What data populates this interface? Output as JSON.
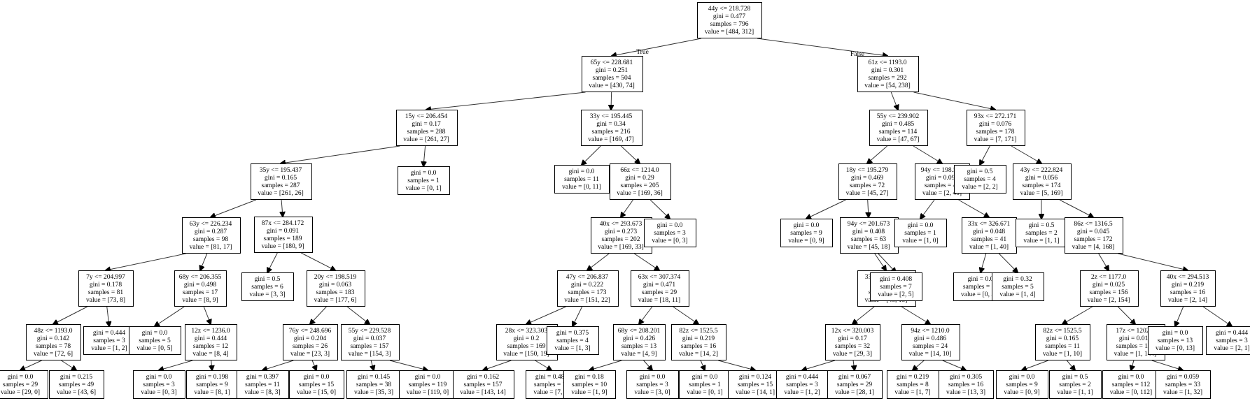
{
  "edge_labels": {
    "true_label": "True",
    "false_label": "False"
  },
  "nodes": [
    {
      "id": "n0",
      "lines": [
        "44y <= 218.728",
        "gini = 0.477",
        "samples = 796",
        "value = [484, 312]"
      ]
    },
    {
      "id": "n1",
      "lines": [
        "65y <= 228.681",
        "gini = 0.251",
        "samples = 504",
        "value = [430, 74]"
      ]
    },
    {
      "id": "n2",
      "lines": [
        "61z <= 1193.0",
        "gini = 0.301",
        "samples = 292",
        "value = [54, 238]"
      ]
    },
    {
      "id": "n3",
      "lines": [
        "15y <= 206.454",
        "gini = 0.17",
        "samples = 288",
        "value = [261, 27]"
      ]
    },
    {
      "id": "n4",
      "lines": [
        "33y <= 195.445",
        "gini = 0.34",
        "samples = 216",
        "value = [169, 47]"
      ]
    },
    {
      "id": "n5",
      "lines": [
        "55y <= 239.902",
        "gini = 0.485",
        "samples = 114",
        "value = [47, 67]"
      ]
    },
    {
      "id": "n6",
      "lines": [
        "93x <= 272.171",
        "gini = 0.076",
        "samples = 178",
        "value = [7, 171]"
      ]
    },
    {
      "id": "n7",
      "lines": [
        "35y <= 195.437",
        "gini = 0.165",
        "samples = 287",
        "value = [261, 26]"
      ]
    },
    {
      "id": "n8",
      "lines": [
        "gini = 0.0",
        "samples = 1",
        "value = [0, 1]"
      ]
    },
    {
      "id": "n9",
      "lines": [
        "gini = 0.0",
        "samples = 11",
        "value = [0, 11]"
      ]
    },
    {
      "id": "n10",
      "lines": [
        "66z <= 1214.0",
        "gini = 0.29",
        "samples = 205",
        "value = [169, 36]"
      ]
    },
    {
      "id": "n11",
      "lines": [
        "18y <= 195.279",
        "gini = 0.469",
        "samples = 72",
        "value = [45, 27]"
      ]
    },
    {
      "id": "n12",
      "lines": [
        "94y <= 198.558",
        "gini = 0.091",
        "samples = 42",
        "value = [2, 40]"
      ]
    },
    {
      "id": "n13",
      "lines": [
        "gini = 0.5",
        "samples = 4",
        "value = [2, 2]"
      ]
    },
    {
      "id": "n14",
      "lines": [
        "43y <= 222.824",
        "gini = 0.056",
        "samples = 174",
        "value = [5, 169]"
      ]
    },
    {
      "id": "n15",
      "lines": [
        "63y <= 226.234",
        "gini = 0.287",
        "samples = 98",
        "value = [81, 17]"
      ]
    },
    {
      "id": "n16",
      "lines": [
        "87x <= 284.172",
        "gini = 0.091",
        "samples = 189",
        "value = [180, 9]"
      ]
    },
    {
      "id": "n17",
      "lines": [
        "40x <= 293.673",
        "gini = 0.273",
        "samples = 202",
        "value = [169, 33]"
      ]
    },
    {
      "id": "n18",
      "lines": [
        "gini = 0.0",
        "samples = 3",
        "value = [0, 3]"
      ]
    },
    {
      "id": "n19",
      "lines": [
        "gini = 0.0",
        "samples = 9",
        "value = [0, 9]"
      ]
    },
    {
      "id": "n20",
      "lines": [
        "94y <= 201.673",
        "gini = 0.408",
        "samples = 63",
        "value = [45, 18]"
      ]
    },
    {
      "id": "n21",
      "lines": [
        "gini = 0.0",
        "samples = 1",
        "value = [1, 0]"
      ]
    },
    {
      "id": "n22",
      "lines": [
        "33x <= 326.671",
        "gini = 0.048",
        "samples = 41",
        "value = [1, 40]"
      ]
    },
    {
      "id": "n23",
      "lines": [
        "gini = 0.5",
        "samples = 2",
        "value = [1, 1]"
      ]
    },
    {
      "id": "n24",
      "lines": [
        "86z <= 1316.5",
        "gini = 0.045",
        "samples = 172",
        "value = [4, 168]"
      ]
    },
    {
      "id": "n25",
      "lines": [
        "7y <= 204.997",
        "gini = 0.178",
        "samples = 81",
        "value = [73, 8]"
      ]
    },
    {
      "id": "n26",
      "lines": [
        "68y <= 206.355",
        "gini = 0.498",
        "samples = 17",
        "value = [8, 9]"
      ]
    },
    {
      "id": "n27",
      "lines": [
        "gini = 0.5",
        "samples = 6",
        "value = [3, 3]"
      ]
    },
    {
      "id": "n28",
      "lines": [
        "20y <= 198.519",
        "gini = 0.063",
        "samples = 183",
        "value = [177, 6]"
      ]
    },
    {
      "id": "n29",
      "lines": [
        "47y <= 206.837",
        "gini = 0.222",
        "samples = 173",
        "value = [151, 22]"
      ]
    },
    {
      "id": "n30",
      "lines": [
        "63x <= 307.374",
        "gini = 0.471",
        "samples = 29",
        "value = [18, 11]"
      ]
    },
    {
      "id": "n31",
      "lines": [
        "33x <= 319.803",
        "gini = 0.357",
        "samples = 56",
        "value = [43, 13]"
      ]
    },
    {
      "id": "n32",
      "lines": [
        "gini = 0.408",
        "samples = 7",
        "value = [2, 5]"
      ]
    },
    {
      "id": "n33",
      "lines": [
        "gini = 0.0",
        "samples = 36",
        "value = [0, 36]"
      ]
    },
    {
      "id": "n34",
      "lines": [
        "gini = 0.32",
        "samples = 5",
        "value = [1, 4]"
      ]
    },
    {
      "id": "n35",
      "lines": [
        "2z <= 1177.0",
        "gini = 0.025",
        "samples = 156",
        "value = [2, 154]"
      ]
    },
    {
      "id": "n36",
      "lines": [
        "40x <= 294.513",
        "gini = 0.219",
        "samples = 16",
        "value = [2, 14]"
      ]
    },
    {
      "id": "n37",
      "lines": [
        "48z <= 1193.0",
        "gini = 0.142",
        "samples = 78",
        "value = [72, 6]"
      ]
    },
    {
      "id": "n38",
      "lines": [
        "gini = 0.444",
        "samples = 3",
        "value = [1, 2]"
      ]
    },
    {
      "id": "n39",
      "lines": [
        "gini = 0.0",
        "samples = 5",
        "value = [0, 5]"
      ]
    },
    {
      "id": "n40",
      "lines": [
        "12z <= 1236.0",
        "gini = 0.444",
        "samples = 12",
        "value = [8, 4]"
      ]
    },
    {
      "id": "n41",
      "lines": [
        "76y <= 248.696",
        "gini = 0.204",
        "samples = 26",
        "value = [23, 3]"
      ]
    },
    {
      "id": "n42",
      "lines": [
        "55y <= 229.528",
        "gini = 0.037",
        "samples = 157",
        "value = [154, 3]"
      ]
    },
    {
      "id": "n43",
      "lines": [
        "28x <= 323.303",
        "gini = 0.2",
        "samples = 169",
        "value = [150, 19]"
      ]
    },
    {
      "id": "n44",
      "lines": [
        "gini = 0.375",
        "samples = 4",
        "value = [1, 3]"
      ]
    },
    {
      "id": "n45",
      "lines": [
        "68y <= 208.201",
        "gini = 0.426",
        "samples = 13",
        "value = [4, 9]"
      ]
    },
    {
      "id": "n46",
      "lines": [
        "82z <= 1525.5",
        "gini = 0.219",
        "samples = 16",
        "value = [14, 2]"
      ]
    },
    {
      "id": "n47",
      "lines": [
        "12x <= 320.003",
        "gini = 0.17",
        "samples = 32",
        "value = [29, 3]"
      ]
    },
    {
      "id": "n48",
      "lines": [
        "94z <= 1210.0",
        "gini = 0.486",
        "samples = 24",
        "value = [14, 10]"
      ]
    },
    {
      "id": "n49",
      "lines": [
        "82z <= 1525.5",
        "gini = 0.165",
        "samples = 11",
        "value = [1, 10]"
      ]
    },
    {
      "id": "n50",
      "lines": [
        "17z <= 1202.0",
        "gini = 0.014",
        "samples = 145",
        "value = [1, 144]"
      ]
    },
    {
      "id": "n51",
      "lines": [
        "gini = 0.0",
        "samples = 13",
        "value = [0, 13]"
      ]
    },
    {
      "id": "n52",
      "lines": [
        "gini = 0.444",
        "samples = 3",
        "value = [2, 1]"
      ]
    },
    {
      "id": "n53",
      "lines": [
        "gini = 0.0",
        "samples = 29",
        "value = [29, 0]"
      ]
    },
    {
      "id": "n54",
      "lines": [
        "gini = 0.215",
        "samples = 49",
        "value = [43, 6]"
      ]
    },
    {
      "id": "n55",
      "lines": [
        "gini = 0.0",
        "samples = 3",
        "value = [0, 3]"
      ]
    },
    {
      "id": "n56",
      "lines": [
        "gini = 0.198",
        "samples = 9",
        "value = [8, 1]"
      ]
    },
    {
      "id": "n57",
      "lines": [
        "gini = 0.397",
        "samples = 11",
        "value = [8, 3]"
      ]
    },
    {
      "id": "n58",
      "lines": [
        "gini = 0.0",
        "samples = 15",
        "value = [15, 0]"
      ]
    },
    {
      "id": "n59",
      "lines": [
        "gini = 0.145",
        "samples = 38",
        "value = [35, 3]"
      ]
    },
    {
      "id": "n60",
      "lines": [
        "gini = 0.0",
        "samples = 119",
        "value = [119, 0]"
      ]
    },
    {
      "id": "n61",
      "lines": [
        "gini = 0.162",
        "samples = 157",
        "value = [143, 14]"
      ]
    },
    {
      "id": "n62",
      "lines": [
        "gini = 0.486",
        "samples = 12",
        "value = [7, 5]"
      ]
    },
    {
      "id": "n63",
      "lines": [
        "gini = 0.18",
        "samples = 10",
        "value = [1, 9]"
      ]
    },
    {
      "id": "n64",
      "lines": [
        "gini = 0.0",
        "samples = 3",
        "value = [3, 0]"
      ]
    },
    {
      "id": "n65",
      "lines": [
        "gini = 0.0",
        "samples = 1",
        "value = [0, 1]"
      ]
    },
    {
      "id": "n66",
      "lines": [
        "gini = 0.124",
        "samples = 15",
        "value = [14, 1]"
      ]
    },
    {
      "id": "n67",
      "lines": [
        "gini = 0.444",
        "samples = 3",
        "value = [1, 2]"
      ]
    },
    {
      "id": "n68",
      "lines": [
        "gini = 0.067",
        "samples = 29",
        "value = [28, 1]"
      ]
    },
    {
      "id": "n69",
      "lines": [
        "gini = 0.219",
        "samples = 8",
        "value = [1, 7]"
      ]
    },
    {
      "id": "n70",
      "lines": [
        "gini = 0.305",
        "samples = 16",
        "value = [13, 3]"
      ]
    },
    {
      "id": "n71",
      "lines": [
        "gini = 0.0",
        "samples = 9",
        "value = [0, 9]"
      ]
    },
    {
      "id": "n72",
      "lines": [
        "gini = 0.5",
        "samples = 2",
        "value = [1, 1]"
      ]
    },
    {
      "id": "n73",
      "lines": [
        "gini = 0.0",
        "samples = 112",
        "value = [0, 112]"
      ]
    },
    {
      "id": "n74",
      "lines": [
        "gini = 0.059",
        "samples = 33",
        "value = [1, 32]"
      ]
    }
  ],
  "edges": [
    [
      "n0",
      "n1"
    ],
    [
      "n0",
      "n2"
    ],
    [
      "n1",
      "n3"
    ],
    [
      "n1",
      "n4"
    ],
    [
      "n2",
      "n5"
    ],
    [
      "n2",
      "n6"
    ],
    [
      "n3",
      "n7"
    ],
    [
      "n3",
      "n8"
    ],
    [
      "n4",
      "n9"
    ],
    [
      "n4",
      "n10"
    ],
    [
      "n5",
      "n11"
    ],
    [
      "n5",
      "n12"
    ],
    [
      "n6",
      "n13"
    ],
    [
      "n6",
      "n14"
    ],
    [
      "n7",
      "n15"
    ],
    [
      "n7",
      "n16"
    ],
    [
      "n10",
      "n17"
    ],
    [
      "n10",
      "n18"
    ],
    [
      "n11",
      "n19"
    ],
    [
      "n11",
      "n20"
    ],
    [
      "n12",
      "n21"
    ],
    [
      "n12",
      "n22"
    ],
    [
      "n14",
      "n23"
    ],
    [
      "n14",
      "n24"
    ],
    [
      "n15",
      "n25"
    ],
    [
      "n15",
      "n26"
    ],
    [
      "n16",
      "n27"
    ],
    [
      "n16",
      "n28"
    ],
    [
      "n17",
      "n29"
    ],
    [
      "n17",
      "n30"
    ],
    [
      "n20",
      "n31"
    ],
    [
      "n20",
      "n32"
    ],
    [
      "n22",
      "n33"
    ],
    [
      "n22",
      "n34"
    ],
    [
      "n24",
      "n35"
    ],
    [
      "n24",
      "n36"
    ],
    [
      "n25",
      "n37"
    ],
    [
      "n25",
      "n38"
    ],
    [
      "n26",
      "n39"
    ],
    [
      "n26",
      "n40"
    ],
    [
      "n28",
      "n41"
    ],
    [
      "n28",
      "n42"
    ],
    [
      "n29",
      "n43"
    ],
    [
      "n29",
      "n44"
    ],
    [
      "n30",
      "n45"
    ],
    [
      "n30",
      "n46"
    ],
    [
      "n31",
      "n47"
    ],
    [
      "n31",
      "n48"
    ],
    [
      "n35",
      "n49"
    ],
    [
      "n35",
      "n50"
    ],
    [
      "n36",
      "n51"
    ],
    [
      "n36",
      "n52"
    ],
    [
      "n37",
      "n53"
    ],
    [
      "n37",
      "n54"
    ],
    [
      "n40",
      "n55"
    ],
    [
      "n40",
      "n56"
    ],
    [
      "n41",
      "n57"
    ],
    [
      "n41",
      "n58"
    ],
    [
      "n42",
      "n59"
    ],
    [
      "n42",
      "n60"
    ],
    [
      "n43",
      "n61"
    ],
    [
      "n43",
      "n62"
    ],
    [
      "n45",
      "n63"
    ],
    [
      "n45",
      "n64"
    ],
    [
      "n46",
      "n65"
    ],
    [
      "n46",
      "n66"
    ],
    [
      "n47",
      "n67"
    ],
    [
      "n47",
      "n68"
    ],
    [
      "n48",
      "n69"
    ],
    [
      "n48",
      "n70"
    ],
    [
      "n49",
      "n71"
    ],
    [
      "n49",
      "n72"
    ],
    [
      "n50",
      "n73"
    ],
    [
      "n50",
      "n74"
    ]
  ]
}
